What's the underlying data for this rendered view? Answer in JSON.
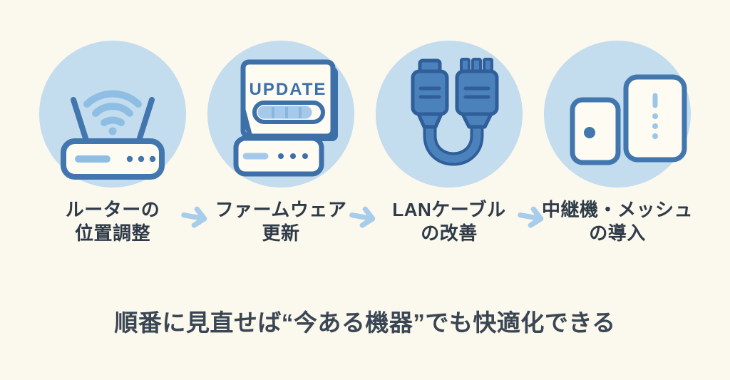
{
  "page": {
    "background_color": "#FBF8ED",
    "circle_color": "#C3DCEE",
    "icon_stroke_color": "#4176AF",
    "icon_light_color": "#9CC5E8",
    "arrow_color": "#A8CDEB",
    "label_text_color": "#2F3B49",
    "headline_text_color": "#3A4653"
  },
  "steps": [
    {
      "icon": "wifi-router-icon",
      "label": [
        "ルーターの",
        "位置調整"
      ]
    },
    {
      "icon": "firmware-update-icon",
      "screen_text": "UPDATE",
      "label": [
        "ファームウェア",
        "更新"
      ]
    },
    {
      "icon": "lan-cable-icon",
      "label": [
        "LANケーブル",
        "の改善"
      ]
    },
    {
      "icon": "mesh-repeater-icon",
      "label": [
        "中継機・メッシュ",
        "の導入"
      ]
    }
  ],
  "footer": {
    "headline": "順番に見直せば“今ある機器”でも快適化できる"
  }
}
